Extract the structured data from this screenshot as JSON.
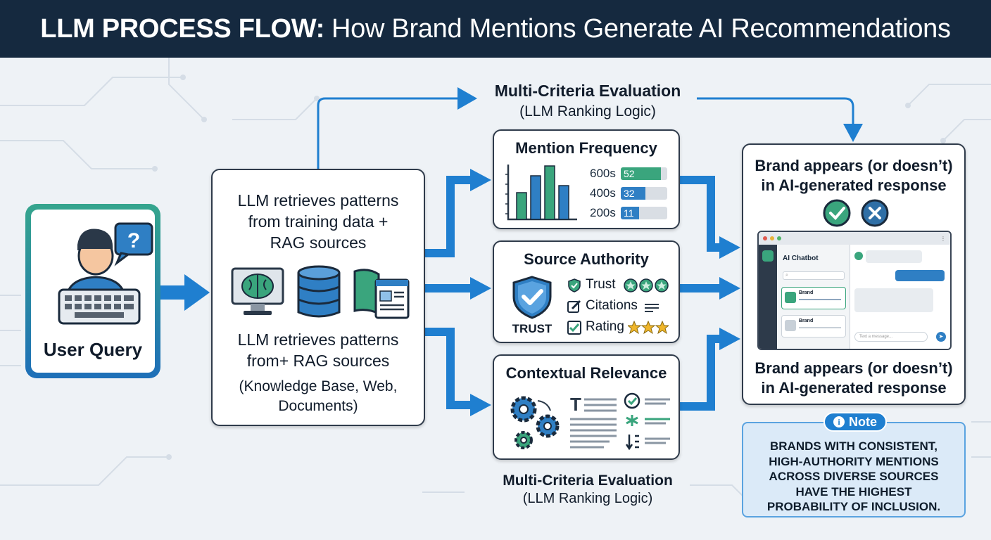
{
  "header": {
    "title_bold": "LLM PROCESS FLOW:",
    "title_rest": "How Brand Mentions Generate AI Recommendations"
  },
  "user_query": {
    "label": "User Query"
  },
  "retrieval": {
    "line1": "LLM retrieves patterns",
    "line2": "from training data +",
    "line3": "RAG sources",
    "line4": "LLM retrieves patterns",
    "line5": "from+ RAG sources",
    "line6": "(Knowledge Base, Web,",
    "line7": "Documents)"
  },
  "evaluation_top": {
    "title": "Multi-Criteria Evaluation",
    "subtitle": "(LLM Ranking Logic)"
  },
  "evaluation_bottom": {
    "title": "Multi-Criteria Evaluation",
    "subtitle": "(LLM Ranking Logic)"
  },
  "mention_frequency": {
    "title": "Mention Frequency",
    "rows": [
      {
        "label": "600s",
        "value": 52,
        "color": "#3aa57d"
      },
      {
        "label": "400s",
        "value": 32,
        "color": "#2f7fc4"
      },
      {
        "label": "200s",
        "value": 11,
        "color": "#2f7fc4"
      }
    ]
  },
  "source_authority": {
    "title": "Source Authority",
    "badge": "TRUST",
    "items": [
      "Trust",
      "Citations",
      "Rating"
    ]
  },
  "contextual_relevance": {
    "title": "Contextual Relevance"
  },
  "output": {
    "top_line1": "Brand appears (or doesn’t)",
    "top_line2": "in AI-generated response",
    "bottom_line1": "Brand appears (or doesn’t)",
    "bottom_line2": "in AI-generated response",
    "chat": {
      "title": "AI Chatbot",
      "item1": "Brand",
      "item2": "Brand",
      "placeholder": "Text a message..."
    }
  },
  "note": {
    "label": "Note",
    "text": [
      "BRANDS WITH CONSISTENT,",
      "HIGH-AUTHORITY MENTIONS",
      "ACROSS DIVERSE SOURCES",
      "HAVE THE HIGHEST",
      "PROBABILITY OF INCLUSION."
    ]
  },
  "colors": {
    "header": "#15293f",
    "accent_blue": "#1f7fd0",
    "accent_green": "#2e9e73",
    "dark": "#2f3b4b"
  }
}
